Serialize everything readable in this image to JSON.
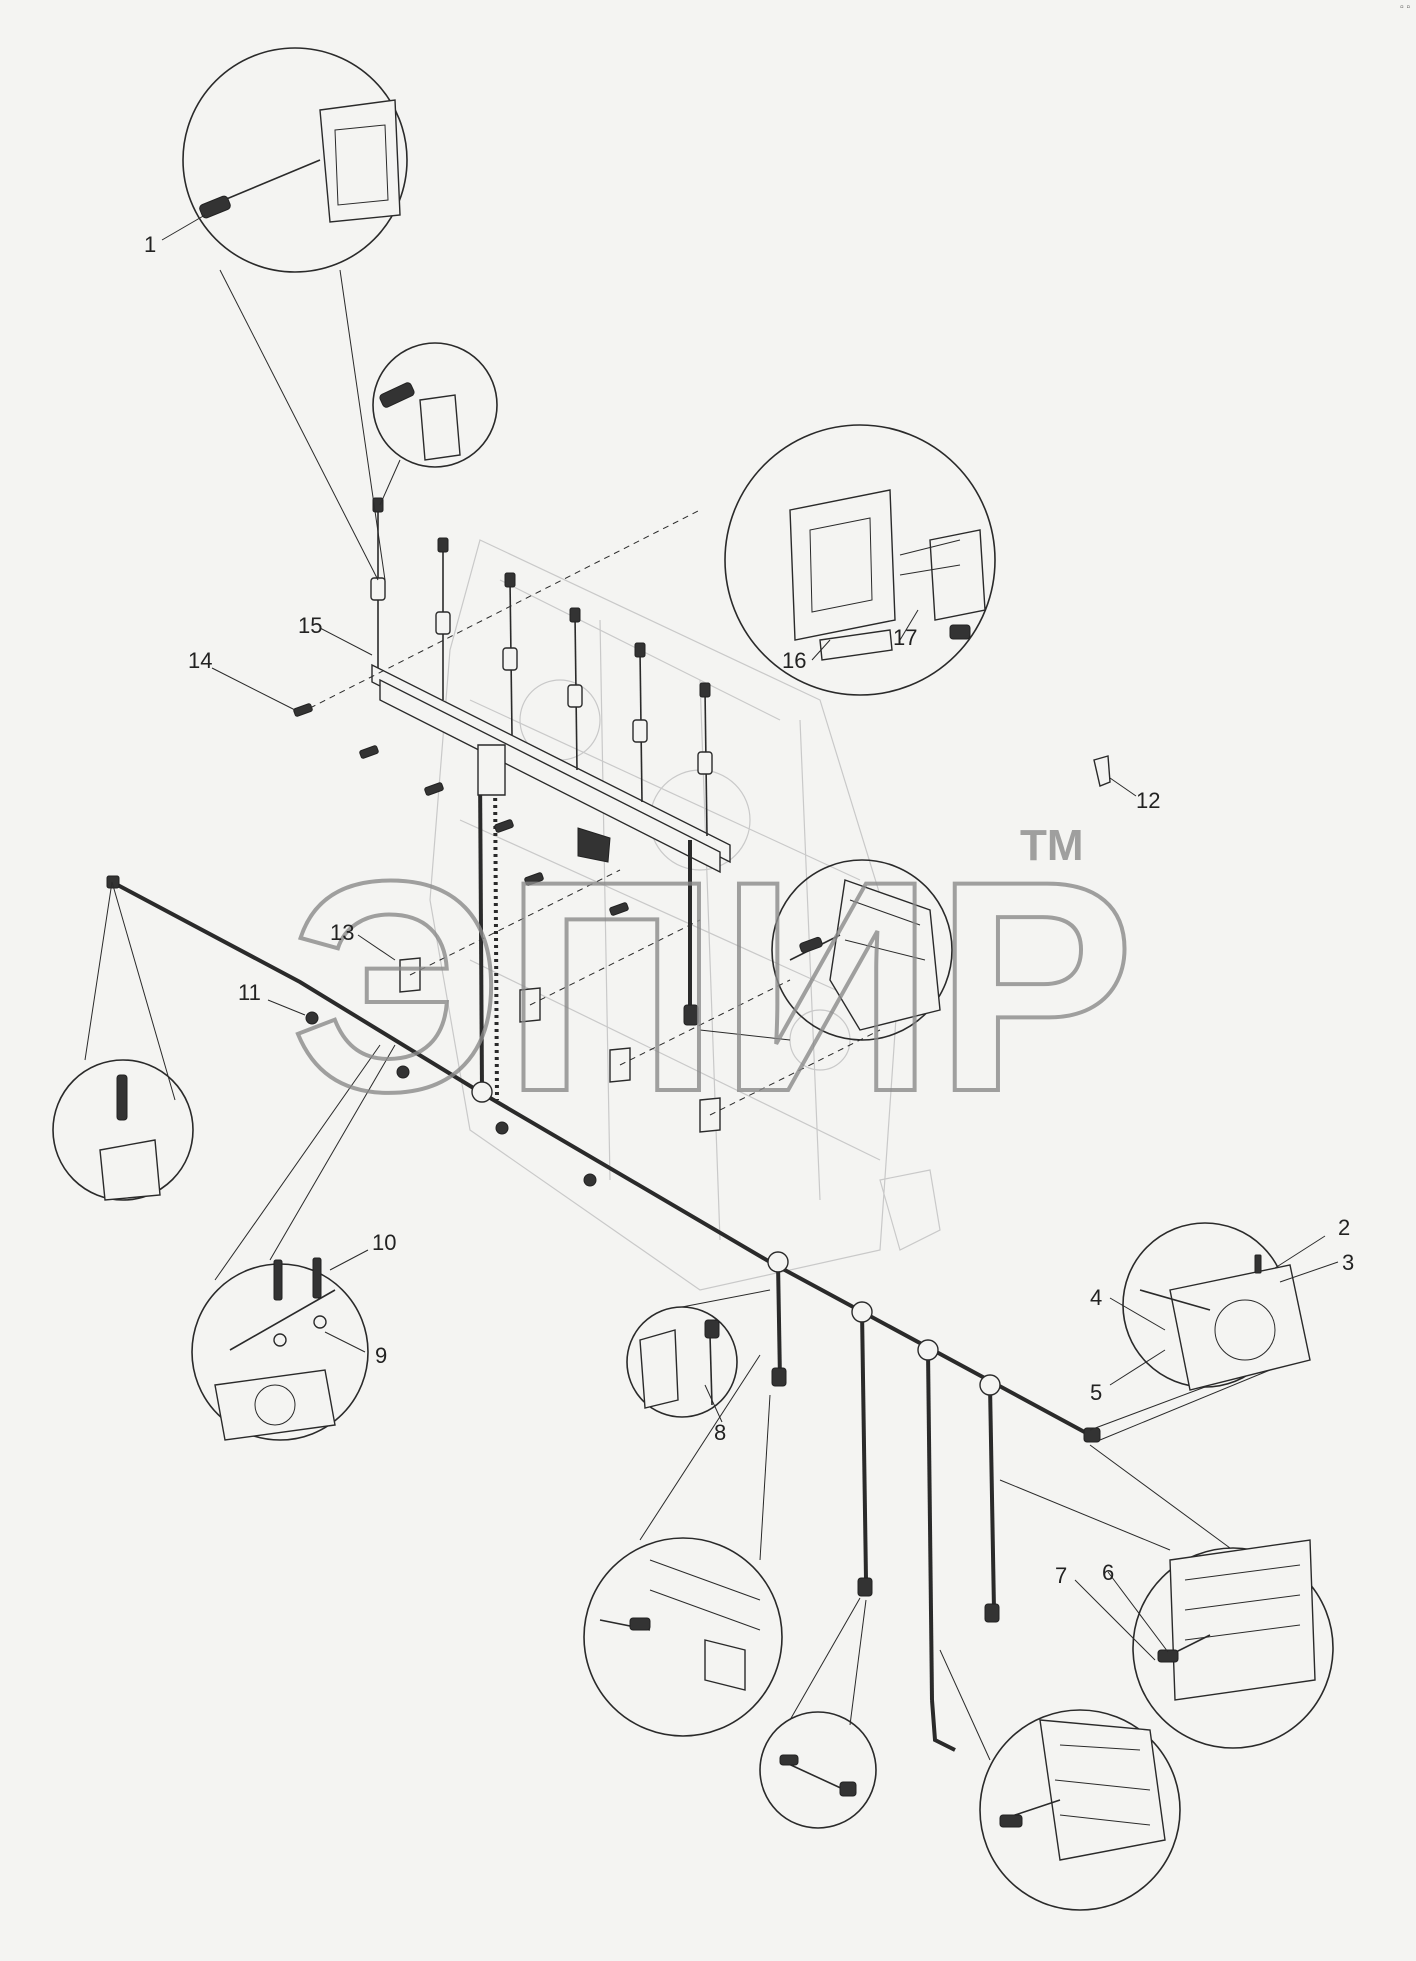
{
  "diagram": {
    "callouts": [
      "1",
      "2",
      "3",
      "4",
      "5",
      "6",
      "7",
      "8",
      "9",
      "10",
      "11",
      "12",
      "13",
      "14",
      "15",
      "16",
      "17"
    ],
    "watermark": {
      "brand": "ЭПИР",
      "trademark": "TM"
    },
    "corner_mark": "▫ ▫",
    "colors": {
      "line": "#2a2a2a",
      "ghost": "#c9c9c9",
      "bg": "#f4f4f2",
      "watermark": "#8a8a8a"
    },
    "insets": [
      "sensor-head-inset",
      "connector-inset",
      "ecu-module-inset",
      "pump-top-inset",
      "left-pump-inset",
      "flange-bolts-inset",
      "small-sensor-inset",
      "housing-inset",
      "connector-plug-inset",
      "engine-block-inset",
      "sensor-plug-inset",
      "injection-pump-inset"
    ]
  }
}
